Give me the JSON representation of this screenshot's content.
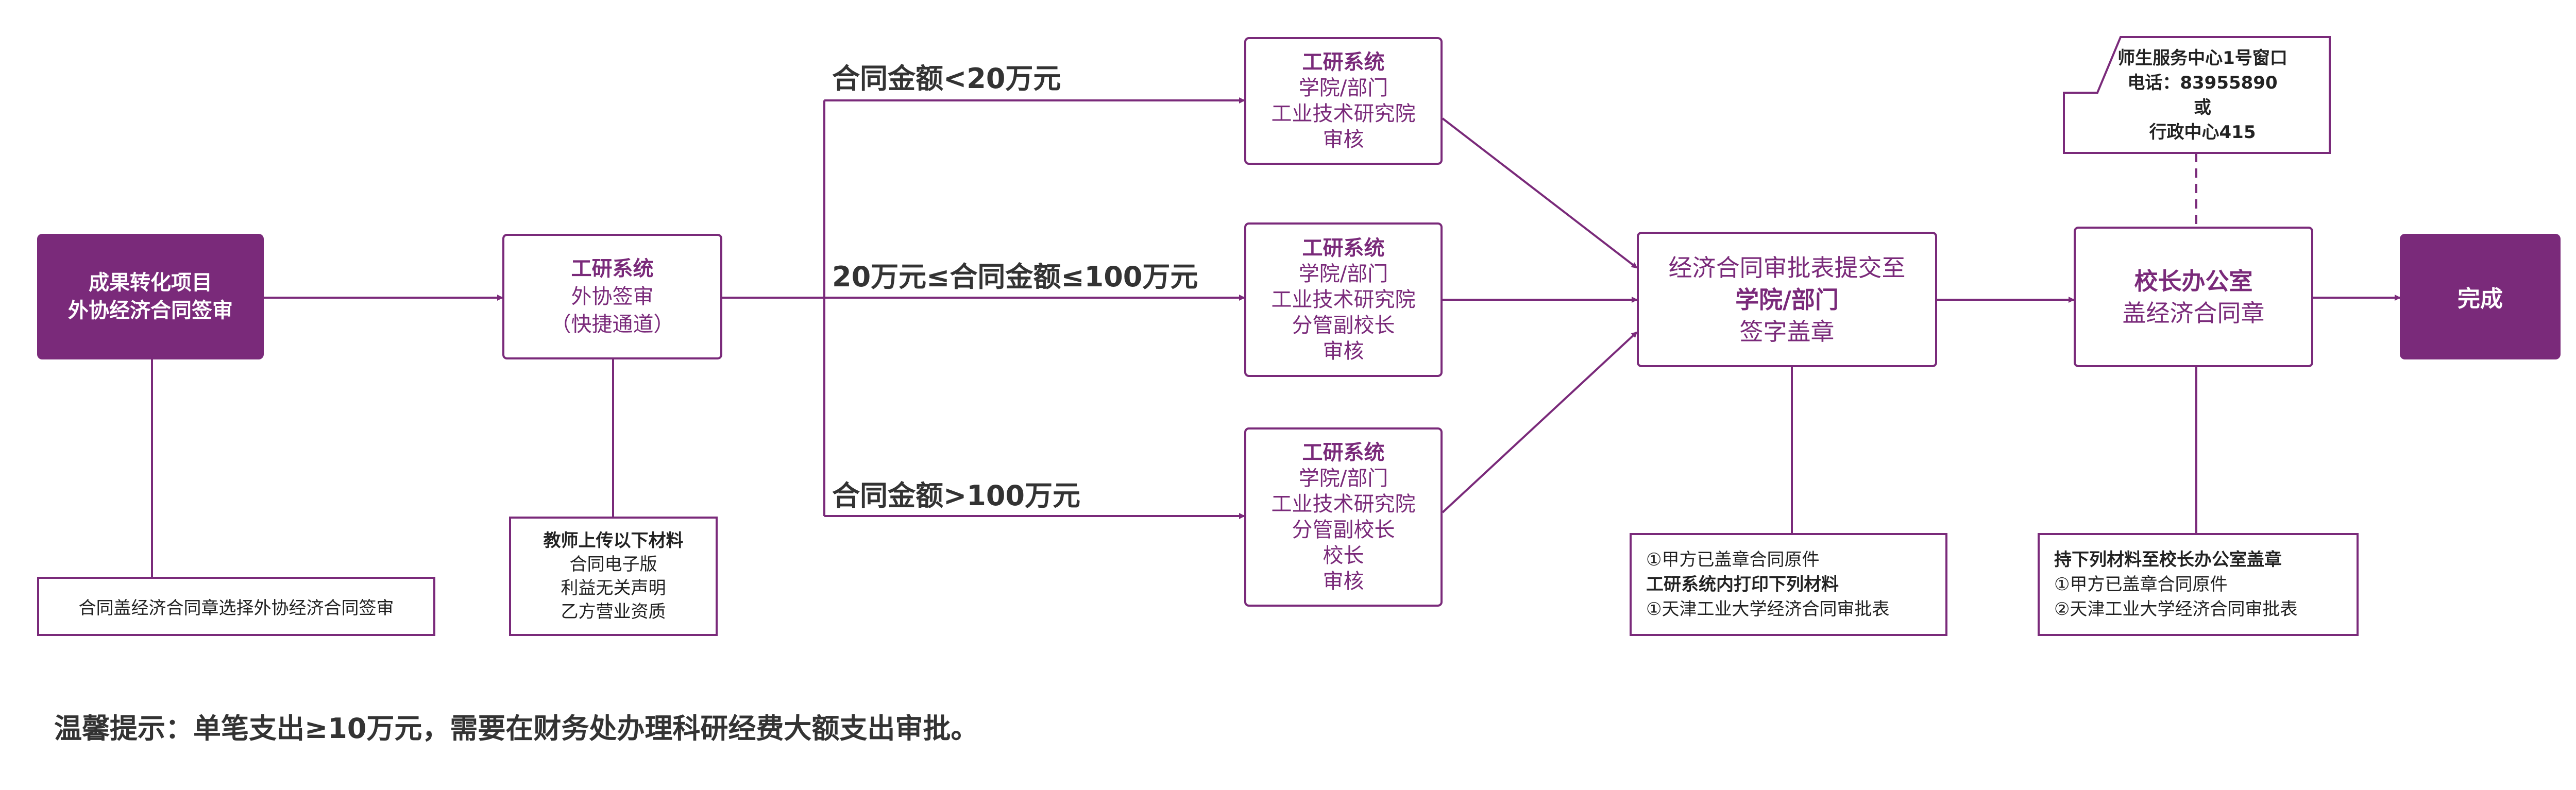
{
  "colors": {
    "accent": "#7a2a7a",
    "text": "#222222"
  },
  "start": {
    "line1": "成果转化项目",
    "line2": "外协经济合同签审"
  },
  "start_note": "合同盖经济合同章选择外协经济合同签审",
  "review": {
    "title": "工研系统",
    "line1": "外协签审",
    "line2": "（快捷通道）"
  },
  "upload_note": {
    "title": "教师上传以下材料",
    "items": [
      "合同电子版",
      "利益无关声明",
      "乙方营业资质"
    ]
  },
  "branch_labels": [
    "合同金额<20万元",
    "20万元≤合同金额≤100万元",
    "合同金额>100万元"
  ],
  "branches": [
    {
      "title": "工研系统",
      "lines": [
        "学院/部门",
        "工业技术研究院",
        "审核"
      ]
    },
    {
      "title": "工研系统",
      "lines": [
        "学院/部门",
        "工业技术研究院",
        "分管副校长",
        "审核"
      ]
    },
    {
      "title": "工研系统",
      "lines": [
        "学院/部门",
        "工业技术研究院",
        "分管副校长",
        "校长",
        "审核"
      ]
    }
  ],
  "submit": {
    "line1": "经济合同审批表提交至",
    "line2": "学院/部门",
    "line3": "签字盖章"
  },
  "submit_note": {
    "line1": "①甲方已盖章合同原件",
    "line2": "工研系统内打印下列材料",
    "line3": "①天津工业大学经济合同审批表"
  },
  "president": {
    "title": "校长办公室",
    "line1": "盖经济合同章"
  },
  "president_callout": {
    "line1": "师生服务中心1号窗口",
    "line2": "电话：83955890",
    "line3": "或",
    "line4": "行政中心415"
  },
  "president_note": {
    "title": "持下列材料至校长办公室盖章",
    "line1": "①甲方已盖章合同原件",
    "line2": "②天津工业大学经济合同审批表"
  },
  "done": "完成",
  "tip": "温馨提示：单笔支出≥10万元，需要在财务处办理科研经费大额支出审批。"
}
